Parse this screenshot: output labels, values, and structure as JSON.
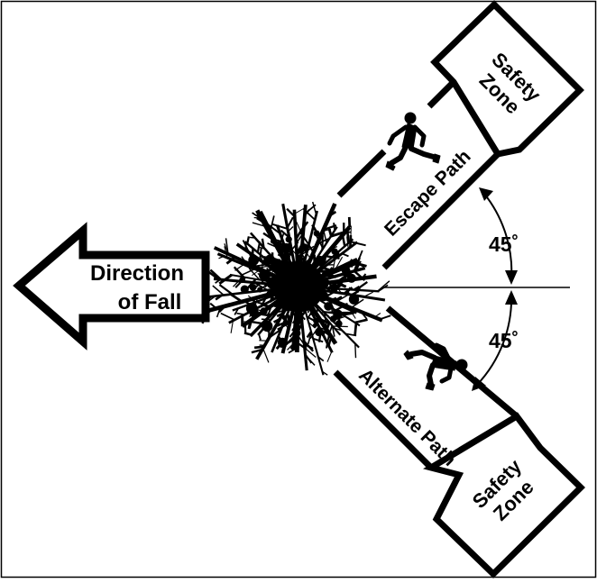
{
  "diagram": {
    "direction_arrow": {
      "line1": "Direction",
      "line2": "of Fall"
    },
    "escape_path": {
      "label": "Escape Path"
    },
    "alternate_path": {
      "label": "Alternate Path"
    },
    "safety_zone_upper": {
      "line1": "Safety",
      "line2": "Zone"
    },
    "safety_zone_lower": {
      "line1": "Safety",
      "line2": "Zone"
    },
    "angle_upper": "45˚",
    "angle_lower": "45˚",
    "colors": {
      "ink": "#000000",
      "paper": "#ffffff"
    },
    "icons": [
      "tree-crown-icon",
      "running-person-icon",
      "running-person-icon",
      "angle-arrowhead-icon"
    ]
  }
}
